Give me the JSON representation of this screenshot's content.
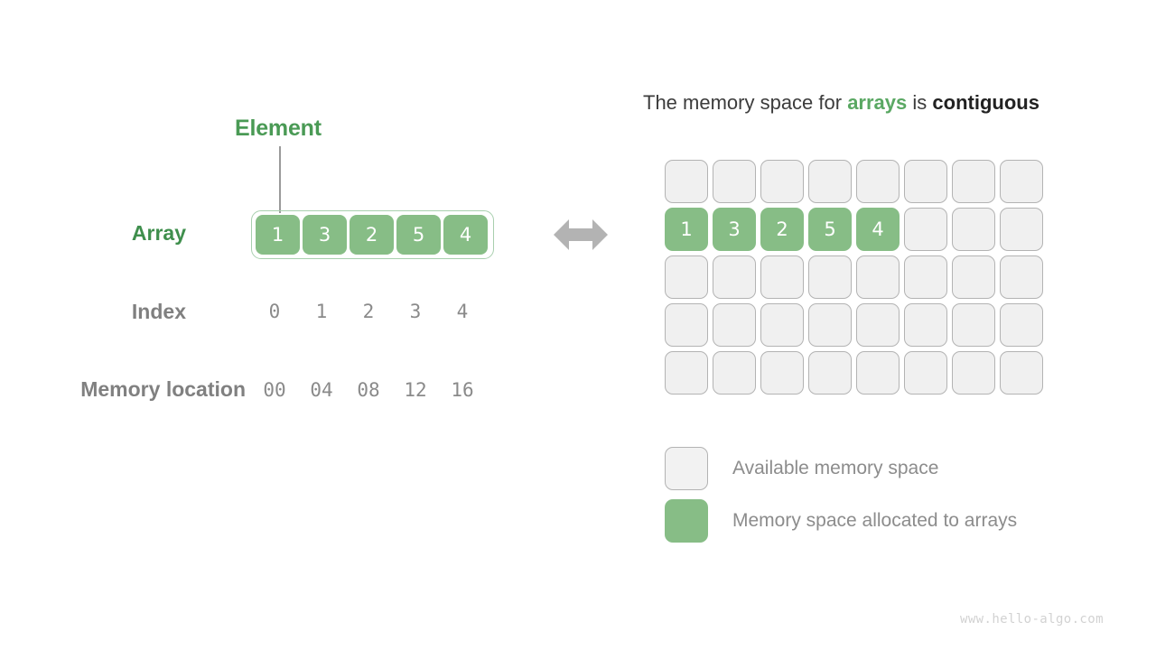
{
  "left_panel": {
    "element_label": "Element",
    "rows": {
      "array_label": "Array",
      "index_label": "Index",
      "memory_label": "Memory location"
    },
    "array_values": [
      "1",
      "3",
      "2",
      "5",
      "4"
    ],
    "index_values": [
      "0",
      "1",
      "2",
      "3",
      "4"
    ],
    "memory_values": [
      "00",
      "04",
      "08",
      "12",
      "16"
    ]
  },
  "arrow": {
    "icon": "double-headed-horizontal-arrow",
    "color": "#b3b3b3"
  },
  "right_panel": {
    "title": {
      "part1": "The memory space for ",
      "highlight_green": "arrays",
      "part2": " is ",
      "highlight_dark": "contiguous",
      "full_text": "The memory space for arrays is contiguous"
    },
    "grid": {
      "columns": 8,
      "rows": 5,
      "filled_row_index": 1,
      "filled_values": [
        "1",
        "3",
        "2",
        "5",
        "4"
      ]
    },
    "legend": [
      {
        "swatch": "empty",
        "label": "Available memory space"
      },
      {
        "swatch": "filled",
        "label": "Memory space allocated to arrays"
      }
    ]
  },
  "colors": {
    "green_fill": "#87bd86",
    "green_label": "#4a9a55",
    "green_outline": "#a8cfae",
    "empty_fill": "#f0f0f0",
    "empty_border": "#b3b3b3",
    "muted_text": "#8a8a8a",
    "title_text": "#3c3c3c"
  },
  "watermark": "www.hello-algo.com"
}
